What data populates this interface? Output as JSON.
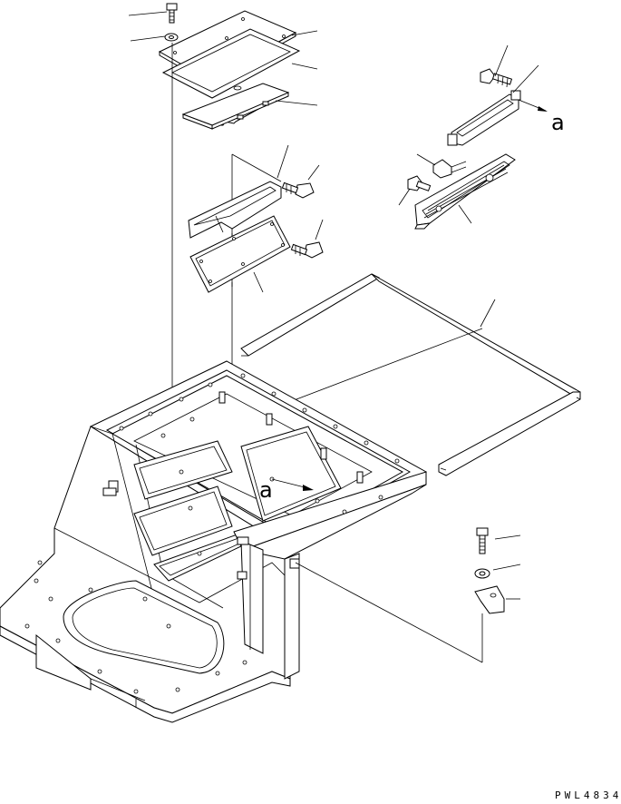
{
  "diagram": {
    "view_refs": [
      "a",
      "a"
    ],
    "drawing_code": "PWL4834"
  }
}
